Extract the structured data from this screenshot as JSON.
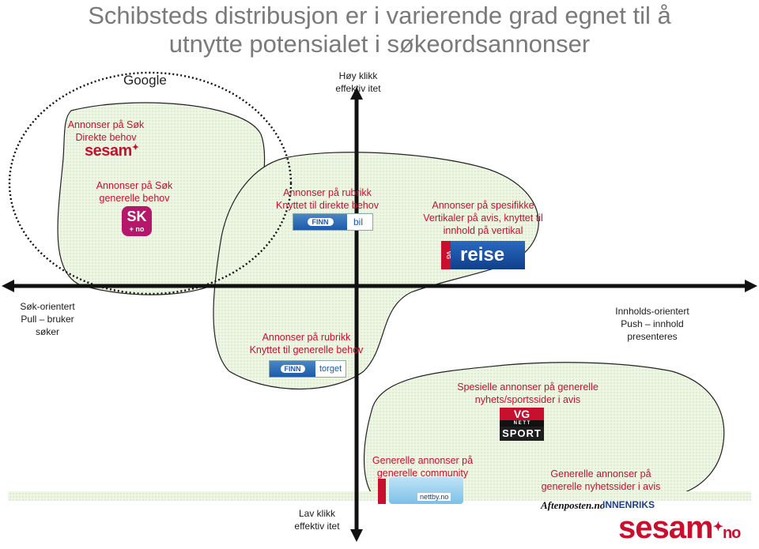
{
  "title": {
    "line1": "Schibsteds distribusjon er i varierende grad egnet til å",
    "line2": "utnytte potensialet i søkeordsannonser"
  },
  "google_label": "Google",
  "axes": {
    "top": [
      "Høy klikk",
      "effektiv itet"
    ],
    "bottom": [
      "Lav klikk",
      "effektiv itet"
    ],
    "left": [
      "Søk-orientert",
      "Pull – bruker",
      "søker"
    ],
    "right": [
      "Innholds-orientert",
      "Push – innhold",
      "presenteres"
    ]
  },
  "regions": {
    "sok_direkte": [
      "Annonser på Søk",
      "Direkte behov"
    ],
    "sok_generelle": [
      "Annonser på Søk",
      "generelle behov"
    ],
    "rubrikk_direkte": [
      "Annonser på rubrikk",
      "Knyttet til direkte behov"
    ],
    "spesifikke": [
      "Annonser på spesifikke",
      "Vertikaler på avis, knyttet til",
      "innhold på vertikal"
    ],
    "rubrikk_generelle": [
      "Annonser på rubrikk",
      "Knyttet til generelle behov"
    ],
    "spesielle": [
      "Spesielle annonser på generelle",
      "nyhets/sportssider i avis"
    ],
    "community": [
      "Generelle annonser på",
      "generelle community"
    ],
    "nyhetssider": [
      "Generelle annonser på",
      "generelle nyhetssider i avis"
    ]
  },
  "logos": {
    "sesam": "sesam",
    "sk": "SK",
    "sk_sub": "+ no",
    "finn": "FINN",
    "bil": "bil",
    "torget": "torget",
    "vg": "VG",
    "reise": "reise",
    "vg_sport": "SPORT",
    "vg_nett": "N E T T",
    "nettby": "nettby.no",
    "aftenposten": "Aftenposten.no",
    "innenriks": "INNENRIKS",
    "sesam_no": "sesam",
    "sesam_no_suffix": "no"
  },
  "colors": {
    "accent_red": "#c8102e",
    "region_fill": "#eef5e6",
    "finn_blue": "#1c5aa8",
    "title_gray": "#7a7a7a"
  }
}
